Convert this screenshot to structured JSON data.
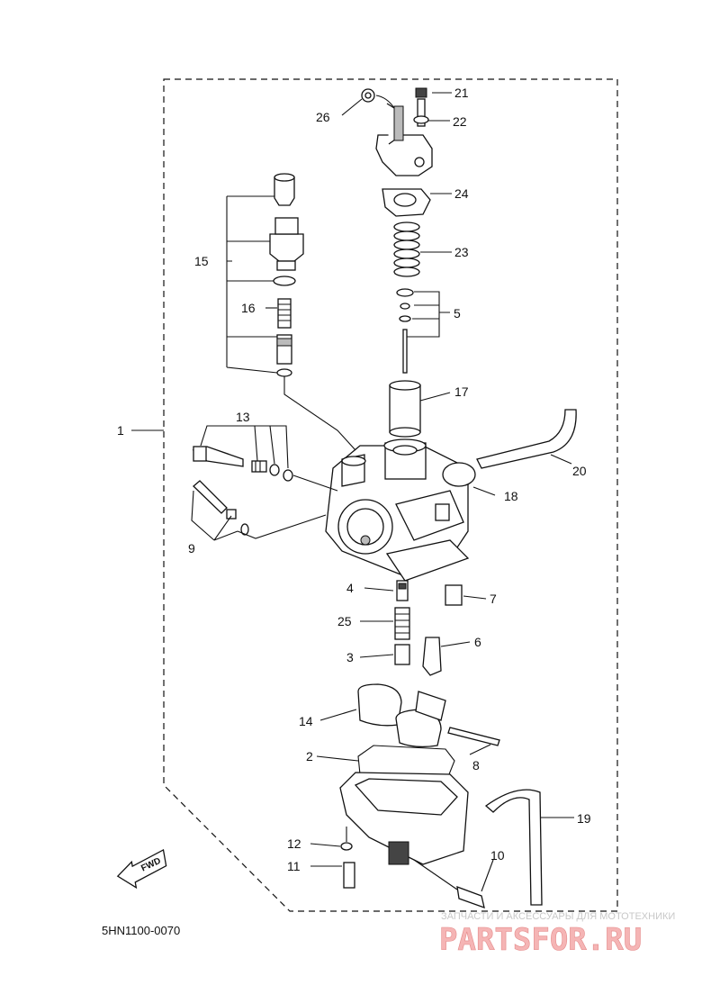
{
  "diagram_code": "5HN1100-0070",
  "fwd_label": "FWD",
  "watermark": {
    "caption": "ЗАПЧАСТИ И АКСЕССУАРЫ ДЛЯ МОТОТЕХНИКИ",
    "logo": "PARTSFOR.RU"
  },
  "callouts": {
    "c1": "1",
    "c2": "2",
    "c3": "3",
    "c4": "4",
    "c5": "5",
    "c6": "6",
    "c7": "7",
    "c8": "8",
    "c9": "9",
    "c10": "10",
    "c11": "11",
    "c12": "12",
    "c13": "13",
    "c14": "14",
    "c15": "15",
    "c16": "16",
    "c17": "17",
    "c18": "18",
    "c19": "19",
    "c20": "20",
    "c21": "21",
    "c22": "22",
    "c23": "23",
    "c24": "24",
    "c25": "25",
    "c26": "26"
  },
  "colors": {
    "line": "#111111",
    "watermark_logo": "#f5b5b5",
    "watermark_caption": "#c8c8c8"
  }
}
